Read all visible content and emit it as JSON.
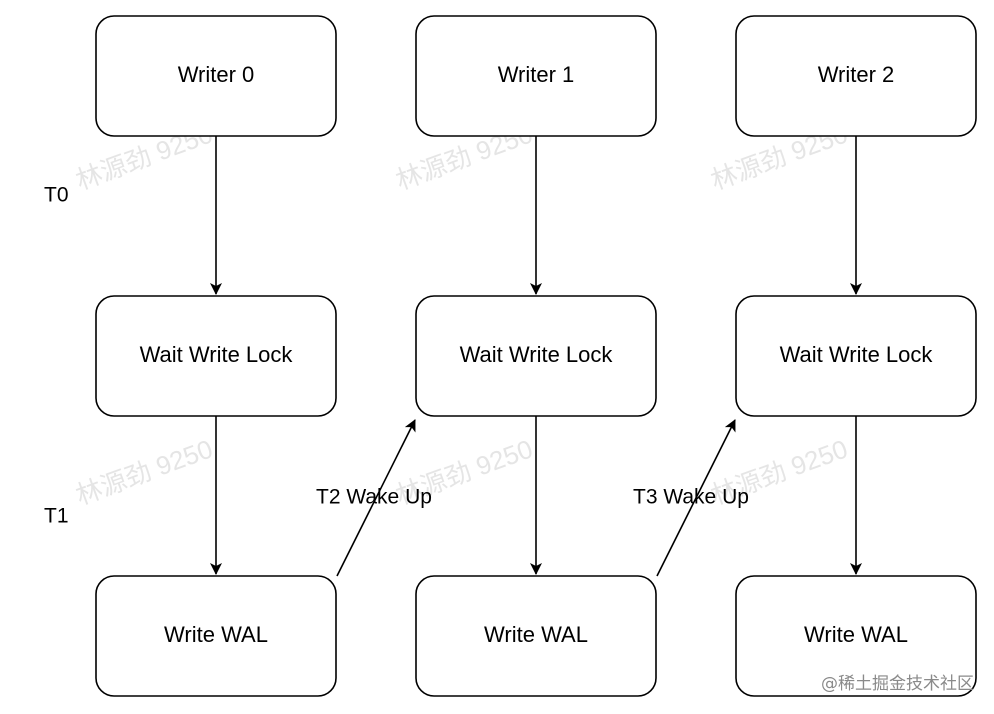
{
  "nodes": {
    "writer_0": "Writer 0",
    "writer_1": "Writer 1",
    "writer_2": "Writer 2",
    "wait_0": "Wait Write Lock",
    "wait_1": "Wait Write Lock",
    "wait_2": "Wait Write Lock",
    "wal_0": "Write WAL",
    "wal_1": "Write WAL",
    "wal_2": "Write WAL"
  },
  "time_labels": {
    "t0": "T0",
    "t1": "T1"
  },
  "edge_labels": {
    "wake_t2": "T2 Wake Up",
    "wake_t3": "T3 Wake Up"
  },
  "watermark_text": "林源劲 9250",
  "footer_watermark": "@稀土掘金技术社区",
  "colors": {
    "stroke": "#000000",
    "background": "#ffffff",
    "watermark": "#cfcfcf"
  }
}
